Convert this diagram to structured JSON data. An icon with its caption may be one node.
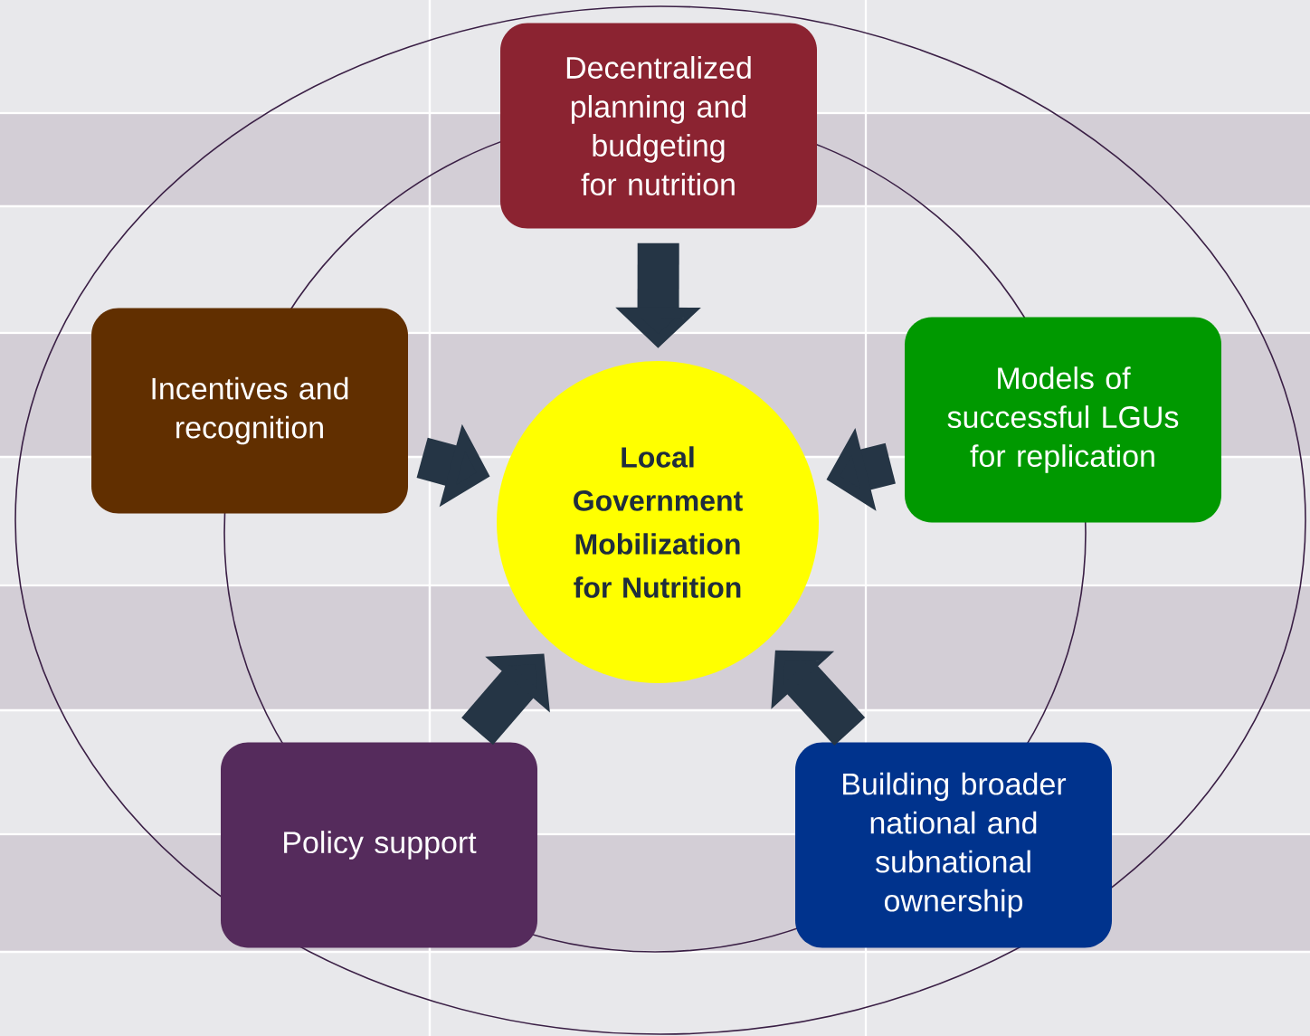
{
  "diagram": {
    "nodes": [
      {
        "text": [
          "Local Government Mobilization for Nutrition"
        ]
      },
      {
        "text": [
          "Decentralized planning and budgeting for nutrition"
        ]
      },
      {
        "text": [
          "Incentives and recognition"
        ]
      },
      {
        "text": [
          "Models of successful LGUs for replication"
        ]
      },
      {
        "text": [
          "Policy support"
        ]
      },
      {
        "text": [
          "Building broader national and subnational ownership"
        ]
      }
    ],
    "edges": [
      {
        "from": 1,
        "to": 0,
        "arrow": "to"
      },
      {
        "from": 2,
        "to": 0,
        "arrow": "to"
      },
      {
        "from": 3,
        "to": 0,
        "arrow": "to"
      },
      {
        "from": 4,
        "to": 0,
        "arrow": "to"
      },
      {
        "from": 5,
        "to": 0,
        "arrow": "to"
      }
    ]
  }
}
